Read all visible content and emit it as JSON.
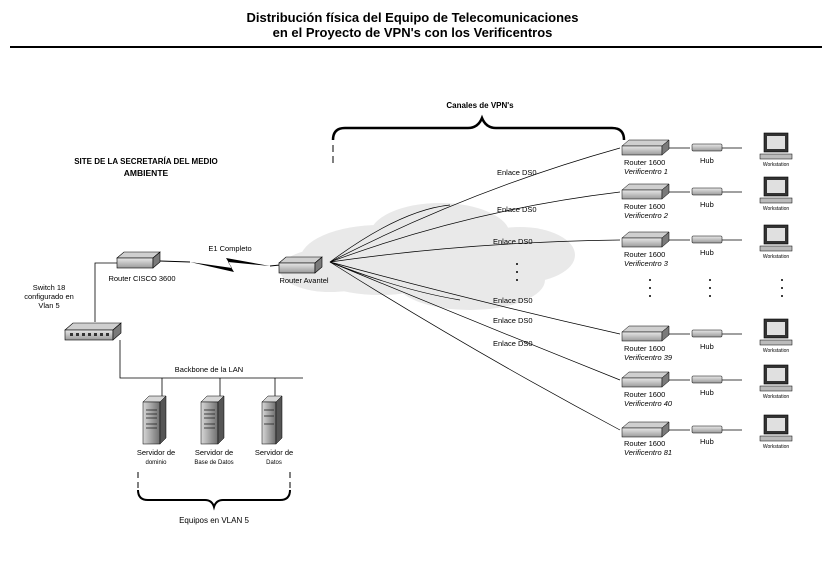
{
  "title": {
    "line1": "Distribución física del Equipo de Telecomunicaciones",
    "line2": "en el Proyecto de VPN's con los Verificentros"
  },
  "site": {
    "line1": "SITE DE LA SECRETARÍA DEL MEDIO",
    "line2": "AMBIENTE"
  },
  "canales_label": "Canales de VPN's",
  "e1_label": "E1 Completo",
  "router_cisco_label": "Router CISCO 3600",
  "router_avantel_label": "Router Avantel",
  "switch": {
    "line1": "Switch 18",
    "line2": "configurado en",
    "line3": "Vlan 5"
  },
  "backbone_label": "Backbone de la LAN",
  "servers": [
    {
      "line1": "Servidor de",
      "line2": "dominio"
    },
    {
      "line1": "Servidor de",
      "line2": "Base de Datos"
    },
    {
      "line1": "Servidor de",
      "line2": "Datos"
    }
  ],
  "equipos_label": "Equipos en VLAN 5",
  "links": [
    "Enlace DS0",
    "Enlace DS0",
    "Enlace DS0",
    "Enlace DS0",
    "Enlace DS0",
    "Enlace DS0"
  ],
  "sites": [
    {
      "router": "Router 1600",
      "name": "Verificentro 1",
      "hub": "Hub",
      "pc": "Workstation"
    },
    {
      "router": "Router 1600",
      "name": "Verificentro 2",
      "hub": "Hub",
      "pc": "Workstation"
    },
    {
      "router": "Router 1600",
      "name": "Verificentro 3",
      "hub": "Hub",
      "pc": "Workstation"
    },
    {
      "router": "Router 1600",
      "name": "Verificentro 39",
      "hub": "Hub",
      "pc": "Workstation"
    },
    {
      "router": "Router 1600",
      "name": "Verificentro 40",
      "hub": "Hub",
      "pc": "Workstation"
    },
    {
      "router": "Router 1600",
      "name": "Verificentro 81",
      "hub": "Hub",
      "pc": "Workstation"
    }
  ]
}
